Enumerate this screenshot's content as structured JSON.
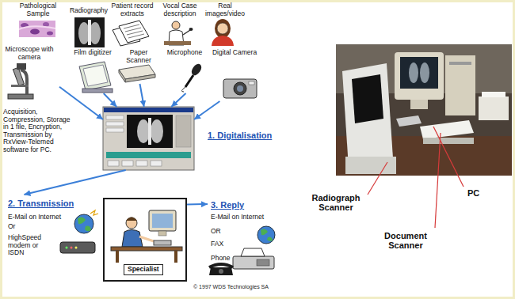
{
  "diagram": {
    "nodes": [
      {
        "text": [
          "Pathological Sample"
        ]
      },
      {
        "text": [
          "Radiography"
        ]
      },
      {
        "text": [
          "Patient record extracts"
        ]
      },
      {
        "text": [
          "Vocal Case description"
        ]
      },
      {
        "text": [
          "Real images/video"
        ]
      },
      {
        "text": [
          "Microscope with camera"
        ]
      },
      {
        "text": [
          "Film digitizer"
        ]
      },
      {
        "text": [
          "Paper Scanner"
        ]
      },
      {
        "text": [
          "Microphone"
        ]
      },
      {
        "text": [
          "Digital Camera"
        ]
      },
      {
        "text": [
          "1. Digitalisation"
        ]
      },
      {
        "text": [
          "2. Transmission",
          "E-Mail on Internet",
          "Or",
          "HighSpeed modem or ISDN"
        ]
      },
      {
        "text": [
          "Specialist"
        ]
      },
      {
        "text": [
          "3. Reply",
          "E-Mail on Internet",
          "OR",
          "FAX",
          "Phone"
        ]
      }
    ],
    "edges": [
      {
        "from": 5,
        "to": 10,
        "arrow": "to"
      },
      {
        "from": 6,
        "to": 10,
        "arrow": "to"
      },
      {
        "from": 7,
        "to": 10,
        "arrow": "to"
      },
      {
        "from": 8,
        "to": 10,
        "arrow": "to"
      },
      {
        "from": 9,
        "to": 10,
        "arrow": "to"
      },
      {
        "from": 10,
        "to": 11,
        "arrow": "to"
      },
      {
        "from": 12,
        "to": 13,
        "arrow": "to"
      }
    ],
    "labels": [
      "Acquisition, Compression, Storage in 1 file, Encryption, Transmission by RxView-Telemed software for PC.",
      "© 1997 WDS Technologies SA",
      "Radiograph Scanner",
      "PC",
      "Document Scanner"
    ]
  }
}
